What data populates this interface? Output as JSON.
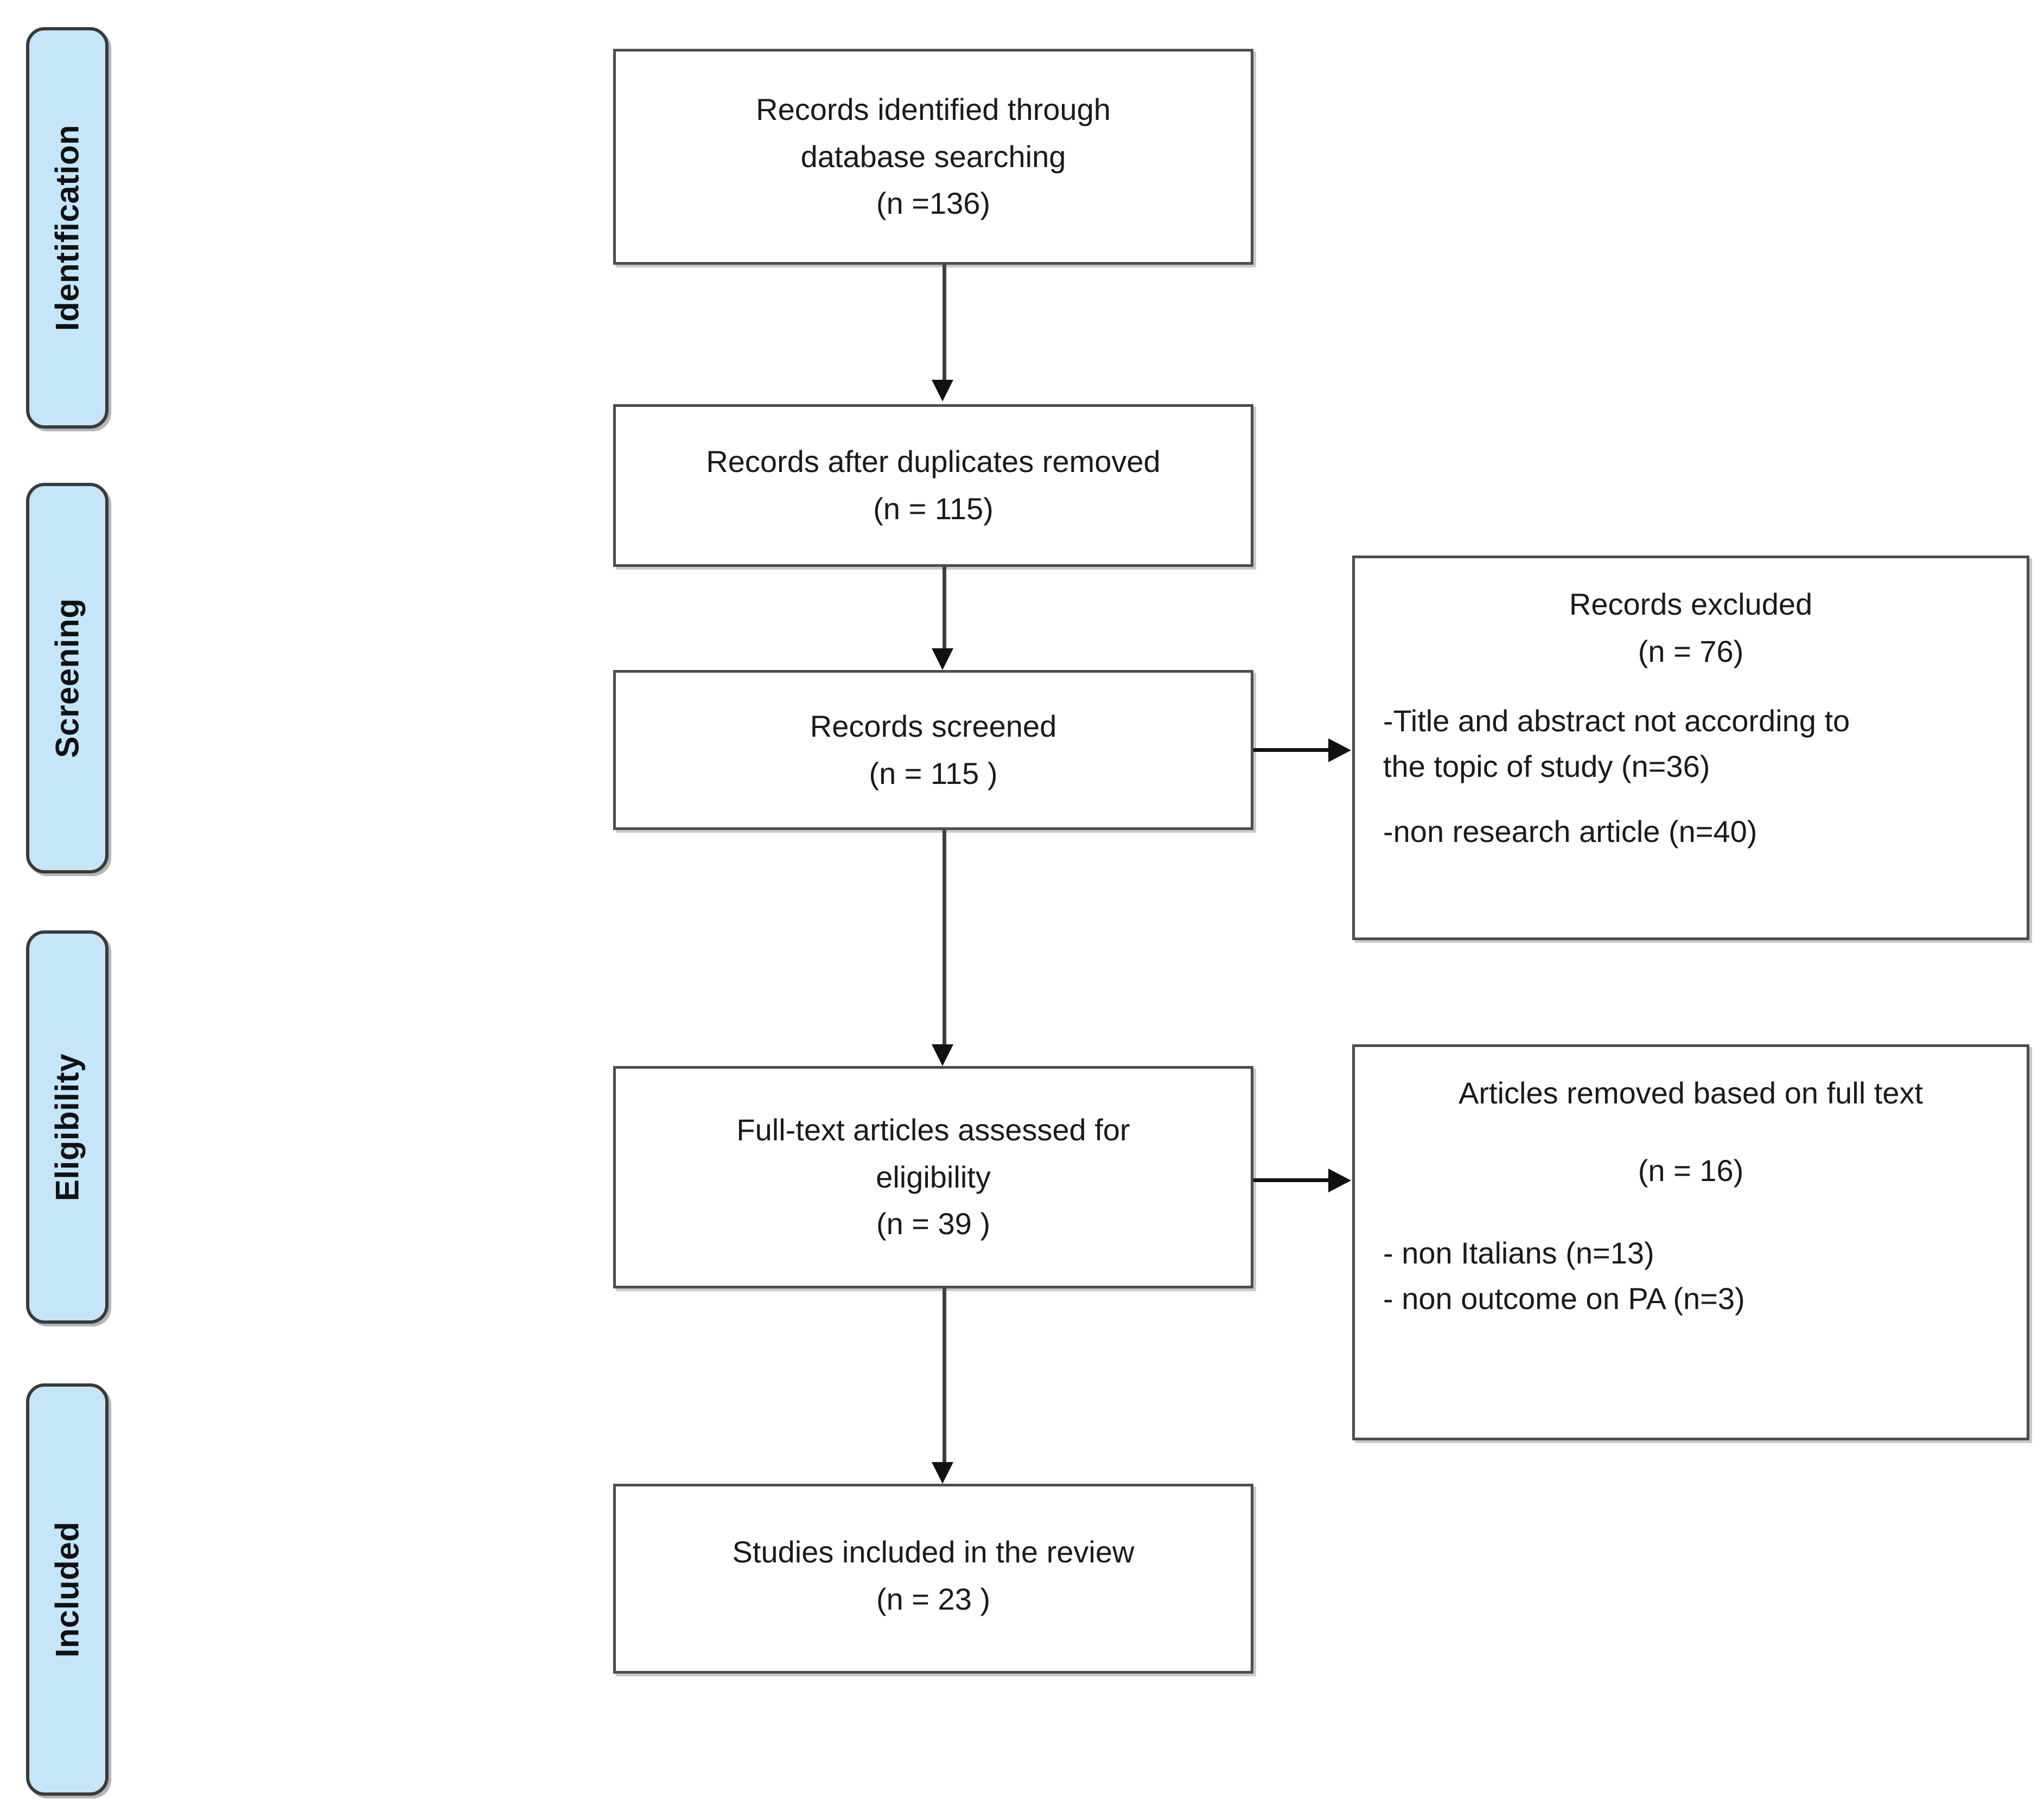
{
  "diagram": {
    "type": "prisma-flow-diagram",
    "accent_color": "#c5e5f8",
    "border_color": "#4d4d4d",
    "stages": [
      {
        "label": "Identification"
      },
      {
        "label": "Screening"
      },
      {
        "label": "Eligibility"
      },
      {
        "label": "Included"
      }
    ],
    "boxes": {
      "identified": {
        "lines": [
          "Records identified through",
          "database searching",
          "(n =136)"
        ]
      },
      "duplicates_removed": {
        "lines": [
          "Records after duplicates removed",
          "(n = 115)"
        ]
      },
      "screened": {
        "lines": [
          "Records screened",
          "(n = 115 )"
        ]
      },
      "records_excluded": {
        "title": "Records excluded",
        "count": "(n = 76)",
        "reasons": [
          "-Title and abstract not according to",
          "the topic of study (n=36)",
          "-non research article (n=40)"
        ]
      },
      "fulltext_assessed": {
        "lines": [
          "Full-text articles assessed for",
          "eligibility",
          "(n =  39 )"
        ]
      },
      "articles_removed": {
        "title": "Articles removed based on full text",
        "count": "(n = 16)",
        "reasons": [
          "-  non Italians (n=13)",
          "-  non outcome on PA (n=3)"
        ]
      },
      "included_studies": {
        "lines": [
          "Studies included in the review",
          "(n = 23 )"
        ]
      }
    }
  }
}
